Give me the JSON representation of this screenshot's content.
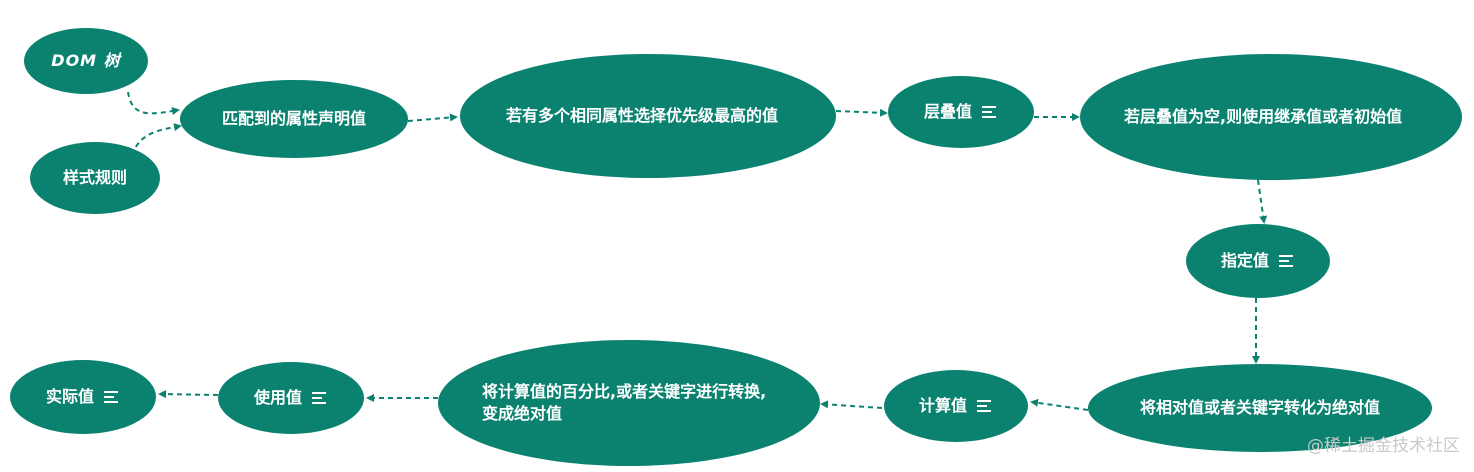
{
  "nodes": {
    "dom_tree": "DOM 树",
    "style_rules": "样式规则",
    "matched_values": "匹配到的属性声明值",
    "highest_priority": "若有多个相同属性选择优先级最高的值",
    "cascaded": "层叠值",
    "inherit_or_initial": "若层叠值为空,则使用继承值或者初始值",
    "specified": "指定值",
    "relative_to_absolute": "将相对值或者关键字转化为绝对值",
    "computed": "计算值",
    "percent_keyword": "将计算值的百分比,或者关键字进行转换,变成绝对值",
    "used": "使用值",
    "actual": "实际值"
  },
  "note_icon": "notes-icon",
  "colors": {
    "node_fill": "#0b8270",
    "edge": "#0b8270",
    "text": "#ffffff"
  },
  "watermark": "@稀土掘金技术社区"
}
